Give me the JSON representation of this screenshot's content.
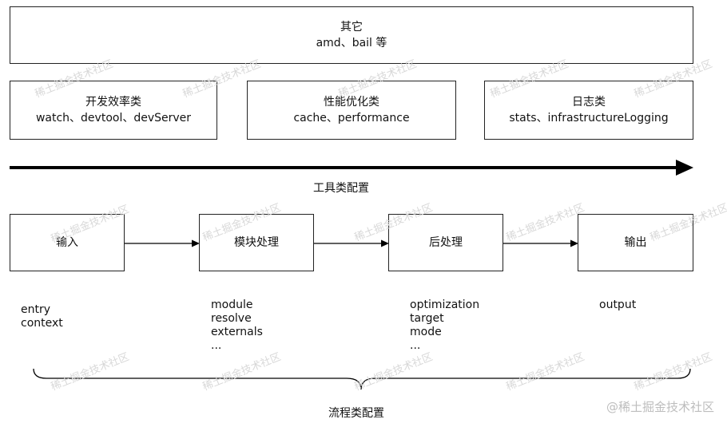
{
  "top_box": {
    "title": "其它",
    "subtitle": "amd、bail 等"
  },
  "tool_boxes": [
    {
      "title": "开发效率类",
      "subtitle": "watch、devtool、devServer"
    },
    {
      "title": "性能优化类",
      "subtitle": "cache、performance"
    },
    {
      "title": "日志类",
      "subtitle": "stats、infrastructureLogging"
    }
  ],
  "tool_label": "工具类配置",
  "flow_boxes": [
    {
      "label": "输入"
    },
    {
      "label": "模块处理"
    },
    {
      "label": "后处理"
    },
    {
      "label": "输出"
    }
  ],
  "columns": [
    {
      "items": [
        "entry",
        "context"
      ]
    },
    {
      "items": [
        "module",
        "resolve",
        "externals",
        "..."
      ]
    },
    {
      "items": [
        "optimization",
        "target",
        "mode",
        "..."
      ]
    },
    {
      "items": [
        "output"
      ]
    }
  ],
  "flow_label": "流程类配置",
  "watermark": "稀土掘金技术社区",
  "corner_mark": "@稀土掘金技术社区"
}
